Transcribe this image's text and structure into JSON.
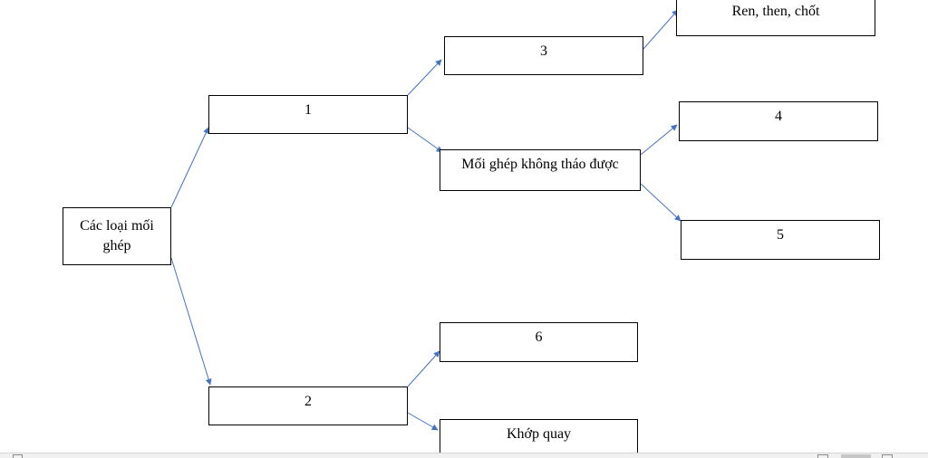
{
  "diagram": {
    "nodes": {
      "root": "Các loại mối ghép",
      "n1": "1",
      "n2": "2",
      "n3": "3",
      "fixed": "Mối ghép không tháo được",
      "screw": "Ren, then, chốt",
      "n4": "4",
      "n5": "5",
      "n6": "6",
      "hinge": "Khớp quay"
    },
    "edges": [
      {
        "from": "root",
        "to": "n1"
      },
      {
        "from": "root",
        "to": "n2"
      },
      {
        "from": "n1",
        "to": "n3"
      },
      {
        "from": "n1",
        "to": "fixed"
      },
      {
        "from": "n3",
        "to": "screw"
      },
      {
        "from": "fixed",
        "to": "n4"
      },
      {
        "from": "fixed",
        "to": "n5"
      },
      {
        "from": "n2",
        "to": "n6"
      },
      {
        "from": "n2",
        "to": "hinge"
      }
    ],
    "colors": {
      "arrow": "#4472c4",
      "box_border": "#000000",
      "box_fill": "#ffffff"
    }
  }
}
